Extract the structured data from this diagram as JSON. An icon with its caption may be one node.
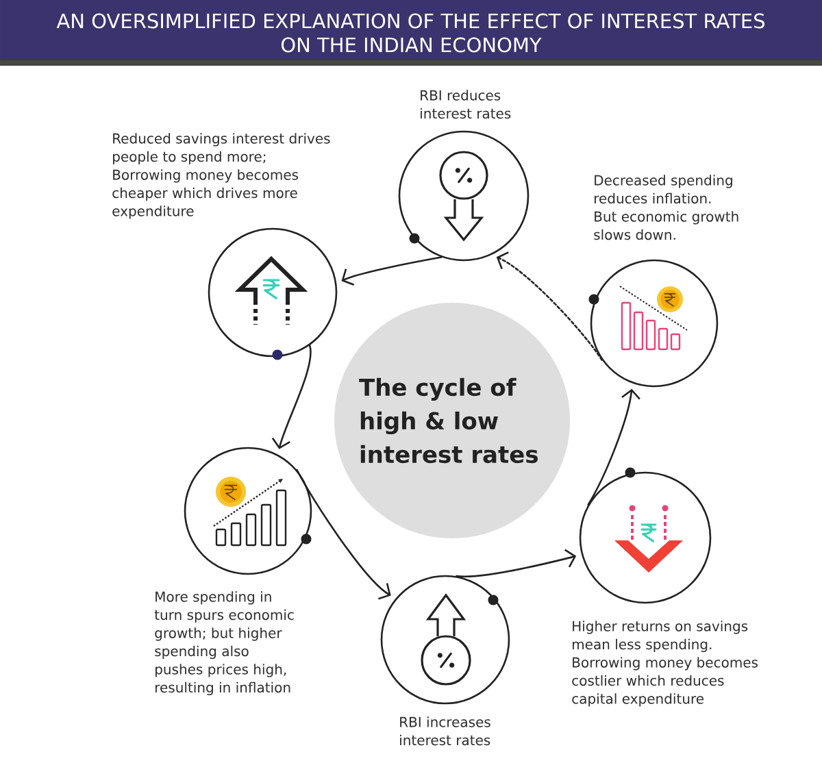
{
  "diagram": {
    "title": "AN OVERSIMPLIFIED EXPLANATION OF THE EFFECT OF INTEREST RATES ON THE INDIAN ECONOMY",
    "nodes": [
      {
        "text": [
          "The cycle of high & low interest rates"
        ]
      },
      {
        "text": [],
        "shape": "circle",
        "beside": [
          "RBI reduces interest rates"
        ]
      },
      {
        "text": [],
        "shape": "circle",
        "beside": [
          "Reduced savings interest drives people to spend more; Borrowing money becomes cheaper which drives more expenditure"
        ]
      },
      {
        "text": [],
        "shape": "circle",
        "beside": [
          "More spending in turn spurs economic growth; but higher spending also pushes prices high, resulting in inflation"
        ]
      },
      {
        "text": [],
        "shape": "circle",
        "beside": [
          "RBI increases interest rates"
        ]
      },
      {
        "text": [],
        "shape": "circle",
        "beside": [
          "Higher returns on savings mean less spending. Borrowing money becomes costlier which reduces capital expenditure"
        ]
      },
      {
        "text": [],
        "shape": "circle",
        "beside": [
          "Decreased spending reduces inflation. But economic growth slows down."
        ]
      }
    ],
    "edges": [
      {
        "from": 1,
        "to": 2,
        "arrow": "to"
      },
      {
        "from": 2,
        "to": 3,
        "arrow": "to"
      },
      {
        "from": 3,
        "to": 4,
        "arrow": "to"
      },
      {
        "from": 4,
        "to": 5,
        "arrow": "to"
      },
      {
        "from": 5,
        "to": 6,
        "arrow": "to"
      },
      {
        "from": 6,
        "to": 1,
        "arrow": "to",
        "style": "dashed"
      }
    ]
  }
}
